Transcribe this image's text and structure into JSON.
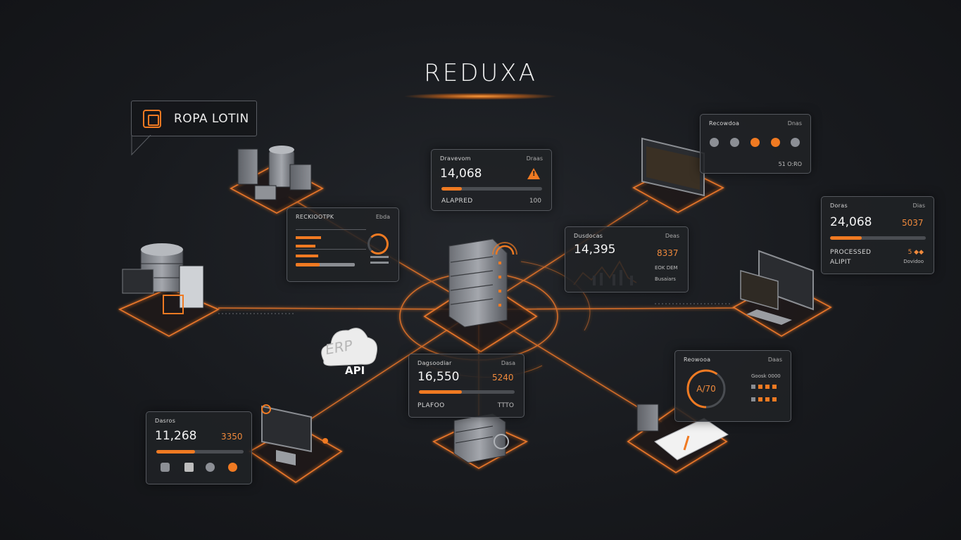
{
  "title": "REDUXA",
  "callout": {
    "label": "ROPA LOTIN",
    "icon": "chip-icon"
  },
  "cloud": {
    "erp": "ERP",
    "api": "API",
    "icon": "cloud-icon"
  },
  "colors": {
    "accent": "#f07a22",
    "line": "#e4742a",
    "card_border": "#55585e",
    "background": "#16181c"
  },
  "cards": {
    "top_center": {
      "header": "Dravevom",
      "header_right": "Draas",
      "value": "14,068",
      "footer_left": "ALAPRED",
      "footer_right": "100",
      "progress": 0.2,
      "icon": "warning-icon"
    },
    "left_mid": {
      "header": "RECKIOOTPK",
      "header_right": "Ebda"
    },
    "center_right": {
      "header": "Dusdocas",
      "header_right": "Deas",
      "value": "14,395",
      "accent": "8337",
      "caption1": "EOK DEM",
      "caption2": "Busaiars"
    },
    "top_right": {
      "header": "Recowdoa",
      "header_right": "Dnas",
      "footer": "51 O:RO"
    },
    "right": {
      "header": "Doras",
      "header_right": "Dias",
      "value": "24,068",
      "accent": "5037",
      "label1": "PROCESSED",
      "label1_right": "5 ◆◆",
      "label2": "ALIPIT",
      "label2_right": "Dovidoo",
      "progress": 0.33
    },
    "bottom_center": {
      "header": "Dagsoodiar",
      "header_right": "Dasa",
      "value": "16,550",
      "accent": "5240",
      "footer_left": "PLAFOO",
      "footer_right": "TTTO",
      "progress": 0.45
    },
    "bottom_right": {
      "header": "Reowooa",
      "header_right": "Daas",
      "dial": "A/70",
      "line1": "Goosk 0000",
      "dial_progress": 0.6
    },
    "bottom_left": {
      "header": "Dasros",
      "value": "11,268",
      "accent": "3350",
      "progress": 0.44,
      "icons": [
        "people-icon",
        "chart-icon",
        "gear-icon",
        "globe-icon"
      ]
    }
  }
}
